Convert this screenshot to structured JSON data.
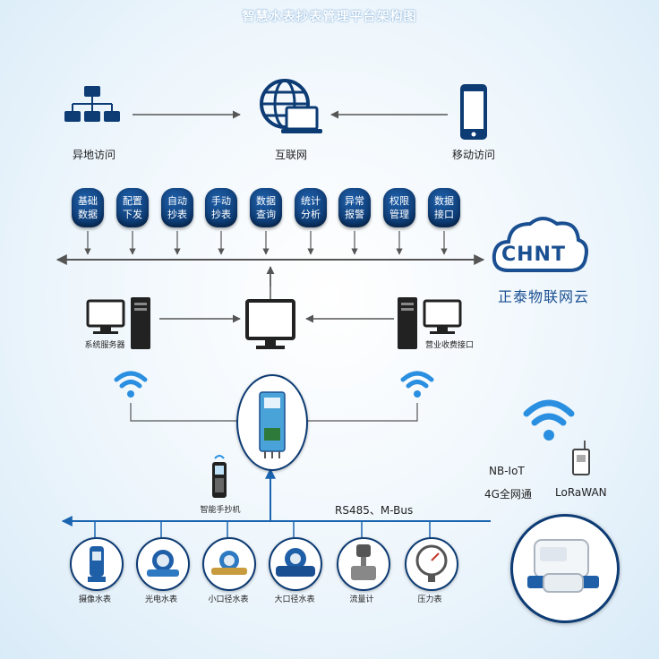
{
  "title": "智慧水表抄表管理平台架构图",
  "top_nodes": {
    "remote_access": "异地访问",
    "internet": "互联网",
    "mobile_access": "移动访问"
  },
  "functions": [
    {
      "label": "基础\n数据"
    },
    {
      "label": "配置\n下发"
    },
    {
      "label": "自动\n抄表"
    },
    {
      "label": "手动\n抄表"
    },
    {
      "label": "数据\n查询"
    },
    {
      "label": "统计\n分析"
    },
    {
      "label": "异常\n报警"
    },
    {
      "label": "权限\n管理"
    },
    {
      "label": "数据\n接口"
    }
  ],
  "brand": {
    "logo_text": "CHNT",
    "cloud_name": "正泰物联网云"
  },
  "servers": {
    "system_server": "系统服务器",
    "billing_interface": "营业收费接口"
  },
  "handheld": "智能手抄机",
  "bus_label": "RS485、M-Bus",
  "wireless": {
    "nbiot": "NB-IoT",
    "g4": "4G全网通",
    "lora": "LoRaWAN"
  },
  "meters": [
    {
      "label": "摄像水表"
    },
    {
      "label": "光电水表"
    },
    {
      "label": "小口径水表"
    },
    {
      "label": "大口径水表"
    },
    {
      "label": "流量计"
    },
    {
      "label": "压力表"
    }
  ],
  "colors": {
    "dark_blue": "#0d3b74",
    "line_gray": "#6b6b6b",
    "bus_blue": "#1a64b0",
    "wifi_blue": "#2a8fe0"
  }
}
